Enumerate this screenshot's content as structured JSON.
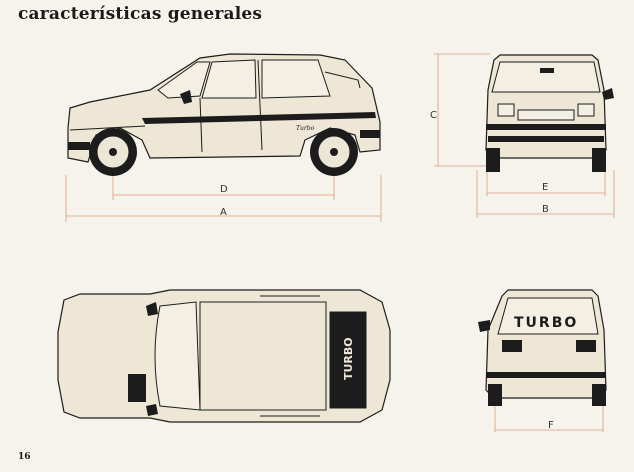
{
  "page": {
    "title": "características generales",
    "page_number": "16"
  },
  "dimensions": {
    "A": "A",
    "B": "B",
    "C": "C",
    "D": "D",
    "E": "E",
    "F": "F"
  },
  "badges": {
    "side_badge": "Turbo",
    "rear_badge": "TURBO",
    "top_badge": "TURBO"
  }
}
